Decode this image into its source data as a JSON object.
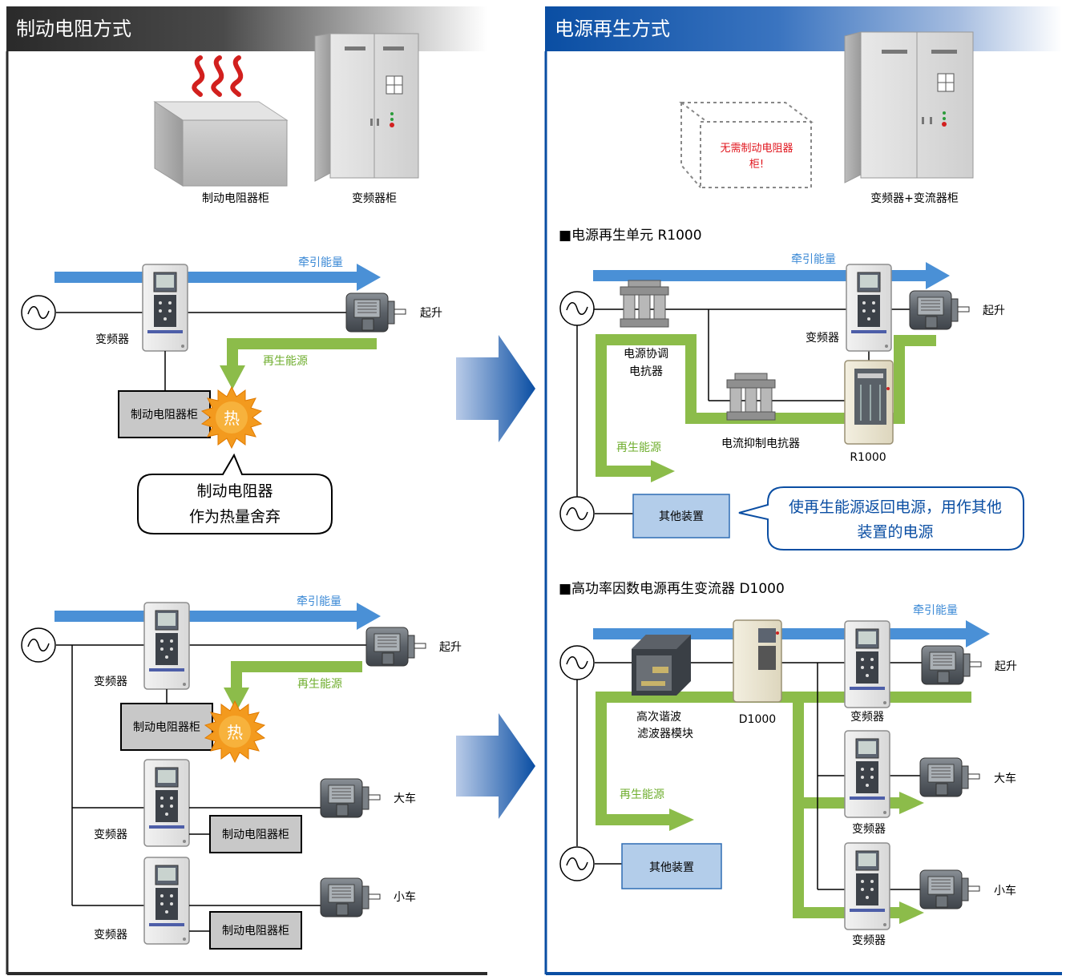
{
  "left_panel": {
    "title": "制动电阻方式",
    "top": {
      "resistor_cabinet": "制动电阻器柜",
      "inverter_cabinet": "变频器柜"
    },
    "diagram1": {
      "traction": "牵引能量",
      "hoist": "起升",
      "inverter": "变频器",
      "regen": "再生能源",
      "resistor_box": "制动电阻器柜",
      "heat": "热",
      "callout_line1": "制动电阻器",
      "callout_line2": "作为热量舍弃"
    },
    "diagram2": {
      "traction": "牵引能量",
      "hoist": "起升",
      "regen": "再生能源",
      "heat": "热",
      "inverter_1": "变频器",
      "inverter_2": "变频器",
      "inverter_3": "变频器",
      "resistor_1": "制动电阻器柜",
      "resistor_2": "制动电阻器柜",
      "resistor_3": "制动电阻器柜",
      "bridge": "大车",
      "trolley": "小车"
    }
  },
  "right_panel": {
    "title": "电源再生方式",
    "top": {
      "no_resistor_line1": "无需制动电阻器",
      "no_resistor_line2": "柜!",
      "cabinet": "变频器+变流器柜"
    },
    "section1": {
      "title": "■电源再生单元 R1000",
      "traction": "牵引能量",
      "hoist": "起升",
      "inverter": "变频器",
      "reactor_line1": "电源协调",
      "reactor_line2": "电抗器",
      "current_reactor": "电流抑制电抗器",
      "r1000": "R1000",
      "regen": "再生能源",
      "other_device": "其他装置",
      "callout_line1": "使再生能源返回电源，用作其他",
      "callout_line2": "装置的电源"
    },
    "section2": {
      "title": "■高功率因数电源再生变流器 D1000",
      "traction": "牵引能量",
      "hoist": "起升",
      "d1000": "D1000",
      "filter_line1": "高次谐波",
      "filter_line2": "滤波器模块",
      "inverter_1": "变频器",
      "inverter_2": "变频器",
      "inverter_3": "变频器",
      "bridge": "大车",
      "trolley": "小车",
      "regen": "再生能源",
      "other_device": "其他装置"
    }
  },
  "colors": {
    "traction_arrow": "#4a90d6",
    "regen_arrow": "#8cbc4a",
    "accent_blue": "#0a4ea3",
    "heat": "#f39a1e",
    "warning_text": "#e0141c"
  }
}
